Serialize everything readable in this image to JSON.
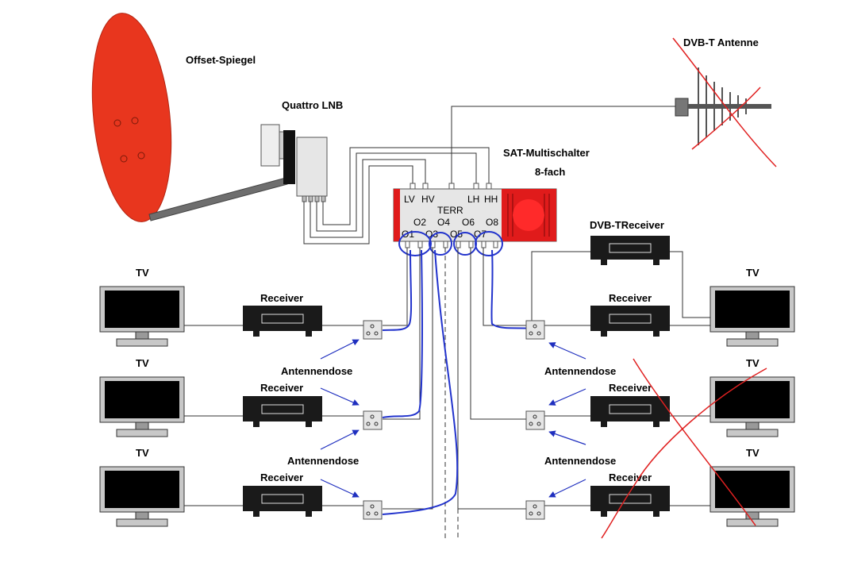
{
  "labels": {
    "offset_mirror": "Offset-Spiegel",
    "quattro_lnb": "Quattro LNB",
    "dvbt_antenna": "DVB-T Antenne",
    "multiswitch_title": "SAT-Multischalter",
    "multiswitch_sub": "8-fach",
    "dvbt_receiver": "DVB-TReceiver",
    "tv": "TV",
    "receiver": "Receiver",
    "antennendose": "Antennendose"
  },
  "multiswitch_inputs": [
    "LV",
    "HV",
    "LH",
    "HH"
  ],
  "multiswitch_terr": "TERR",
  "multiswitch_outputs_upper": [
    "O2",
    "O4",
    "O6",
    "O8"
  ],
  "multiswitch_outputs_lower": [
    "O1",
    "O3",
    "O5",
    "O7"
  ],
  "colors": {
    "dish": "#e8361e",
    "switch_red": "#e01b1b",
    "switch_body": "#e6e6e6",
    "device_dark": "#1a1a1a",
    "coax_blue": "#2233cc",
    "cross_red": "#e02020",
    "arrow_blue": "#1f2fbf"
  }
}
